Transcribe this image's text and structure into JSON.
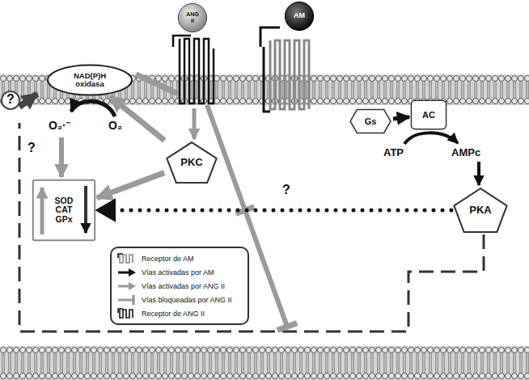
{
  "diagram": {
    "nodes": [
      {
        "text": [
          "ANG II"
        ]
      },
      {
        "text": [
          "AM"
        ]
      },
      {
        "text": [
          "NAD(P)H oxidasa"
        ]
      },
      {
        "text": [
          "PKC"
        ]
      },
      {
        "text": [
          "SOD CAT GPx"
        ]
      },
      {
        "text": [
          "Gs"
        ]
      },
      {
        "text": [
          "AC"
        ]
      },
      {
        "text": [
          "PKA"
        ]
      }
    ],
    "edges": [
      {
        "from": 3,
        "to": 2,
        "arrow": "to"
      },
      {
        "from": 3,
        "to": 4,
        "arrow": "to"
      },
      {
        "from": 5,
        "to": 6,
        "arrow": "to"
      },
      {
        "from": 7,
        "to": 4,
        "arrow": "to"
      }
    ],
    "labels": [
      "?",
      "O₂·⁻",
      "O₂",
      "?",
      "ATP",
      "AMPc",
      "?"
    ],
    "legend": [
      {
        "text": "Receptor de AM"
      },
      {
        "text": "Vías activadas por AM"
      },
      {
        "text": "Vías activadas por ANG II"
      },
      {
        "text": "Vías bloqueadas por ANG II"
      },
      {
        "text": "Receptor de ANG II"
      }
    ]
  }
}
